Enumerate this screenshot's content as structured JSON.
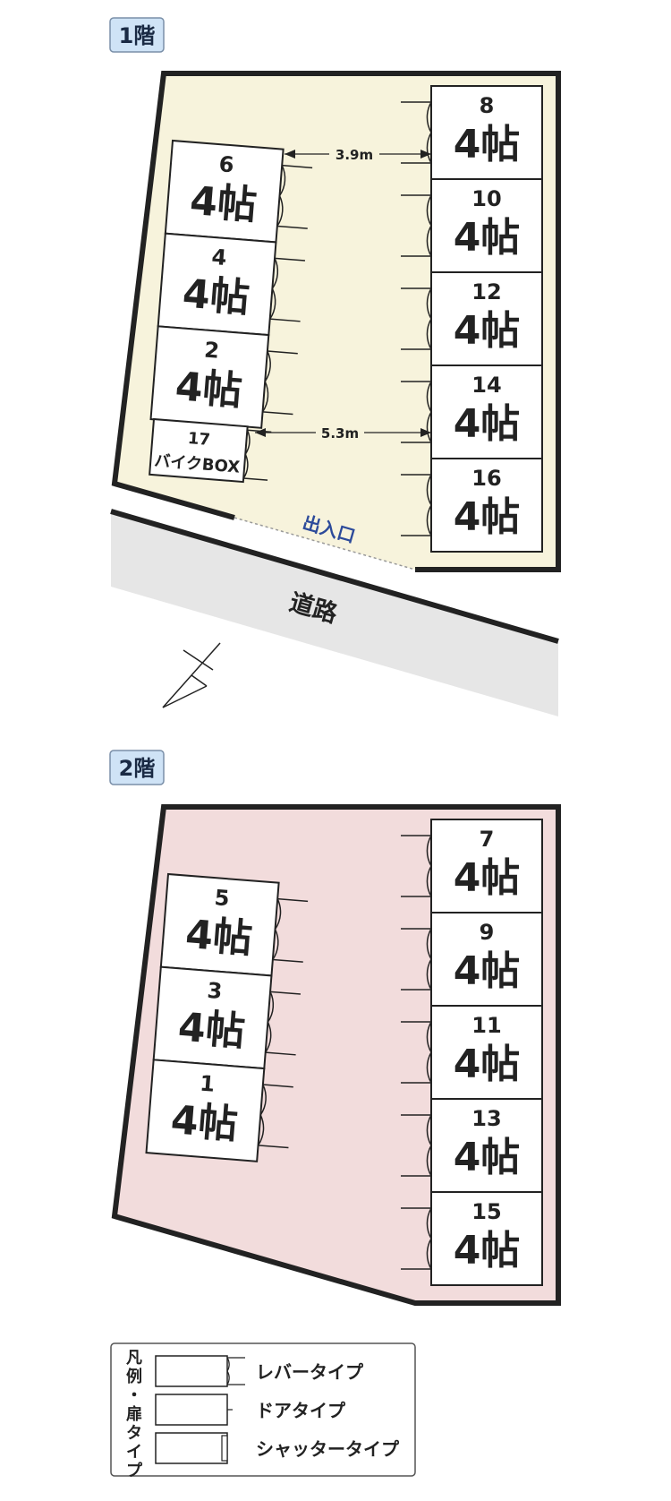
{
  "floors": {
    "floor1": {
      "label": "1階",
      "colors": {
        "floor_fill": "#f7f3dc"
      },
      "right_units": [
        {
          "number": "8",
          "size": "4帖",
          "door": "lever"
        },
        {
          "number": "10",
          "size": "4帖",
          "door": "lever"
        },
        {
          "number": "12",
          "size": "4帖",
          "door": "lever"
        },
        {
          "number": "14",
          "size": "4帖",
          "door": "lever"
        },
        {
          "number": "16",
          "size": "4帖",
          "door": "lever"
        }
      ],
      "left_units": [
        {
          "number": "6",
          "size": "4帖",
          "door": "lever"
        },
        {
          "number": "4",
          "size": "4帖",
          "door": "lever"
        },
        {
          "number": "2",
          "size": "4帖",
          "door": "lever"
        }
      ],
      "bike_box": {
        "number": "17",
        "label": "バイクBOX"
      },
      "dimension_top": "3.9m",
      "dimension_bottom": "5.3m",
      "entrance_label": "出入口",
      "road_label": "道路"
    },
    "floor2": {
      "label": "2階",
      "colors": {
        "floor_fill": "#f2dcdc"
      },
      "right_units": [
        {
          "number": "7",
          "size": "4帖",
          "door": "lever"
        },
        {
          "number": "9",
          "size": "4帖",
          "door": "lever"
        },
        {
          "number": "11",
          "size": "4帖",
          "door": "lever"
        },
        {
          "number": "13",
          "size": "4帖",
          "door": "lever"
        },
        {
          "number": "15",
          "size": "4帖",
          "door": "lever"
        }
      ],
      "left_units": [
        {
          "number": "5",
          "size": "4帖",
          "door": "lever"
        },
        {
          "number": "3",
          "size": "4帖",
          "door": "lever"
        },
        {
          "number": "1",
          "size": "4帖",
          "door": "lever"
        }
      ]
    }
  },
  "compass": {
    "icon": "north-arrow-icon"
  },
  "legend": {
    "title": "凡例・扉タイプ",
    "items": [
      {
        "type": "lever",
        "label": "レバータイプ"
      },
      {
        "type": "door",
        "label": "ドアタイプ"
      },
      {
        "type": "shutter",
        "label": "シャッタータイプ"
      }
    ]
  },
  "colors": {
    "badge_fill": "#cfe3f6",
    "badge_stroke": "#7a8fa8",
    "entrance_text": "#2c4a9a",
    "road_fill": "#e6e6e6",
    "wall": "#222222"
  }
}
